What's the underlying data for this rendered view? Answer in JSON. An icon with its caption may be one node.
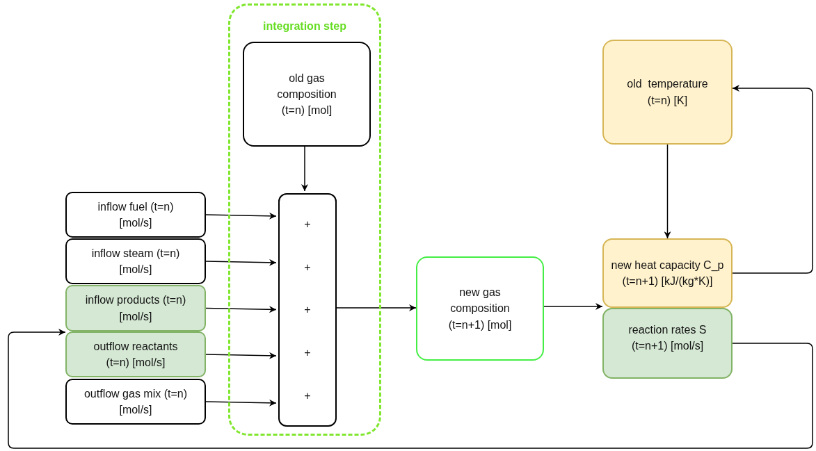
{
  "diagram": {
    "nodes": [
      {
        "text": [
          "integration step"
        ]
      },
      {
        "text": [
          "old gas composition (t=n) [mol]"
        ],
        "in": 0
      },
      {
        "text": [
          "+",
          "+",
          "+",
          "+",
          "+"
        ],
        "in": 0
      },
      {
        "text": [
          "inflow fuel (t=n) [mol/s]"
        ]
      },
      {
        "text": [
          "inflow steam (t=n) [mol/s]"
        ]
      },
      {
        "text": [
          "inflow products (t=n) [mol/s]"
        ]
      },
      {
        "text": [
          "outflow reactants (t=n) [mol/s]"
        ]
      },
      {
        "text": [
          "outflow gas mix (t=n) [mol/s]"
        ]
      },
      {
        "text": [
          "new gas composition (t=n+1) [mol]"
        ]
      },
      {
        "text": [
          "old  temperature (t=n) [K]"
        ]
      },
      {
        "text": [
          "new heat capacity C_p (t=n+1) [kJ/(kg*K)]"
        ]
      },
      {
        "text": [
          "reaction rates S (t=n+1) [mol/s]"
        ]
      }
    ],
    "edges": [
      {
        "from": 1,
        "to": 2,
        "arrow": "to"
      },
      {
        "from": 3,
        "to": 2,
        "arrow": "to"
      },
      {
        "from": 4,
        "to": 2,
        "arrow": "to"
      },
      {
        "from": 5,
        "to": 2,
        "arrow": "to"
      },
      {
        "from": 6,
        "to": 2,
        "arrow": "to"
      },
      {
        "from": 7,
        "to": 2,
        "arrow": "to"
      },
      {
        "from": 2,
        "to": 8,
        "arrow": "to"
      },
      {
        "from": 8,
        "to": 10,
        "arrow": "to"
      },
      {
        "from": 9,
        "to": 10,
        "arrow": "to"
      },
      {
        "from": 10,
        "to": 9,
        "arrow": "to"
      },
      {
        "from": 11,
        "to": 6,
        "arrow": "to"
      }
    ]
  }
}
